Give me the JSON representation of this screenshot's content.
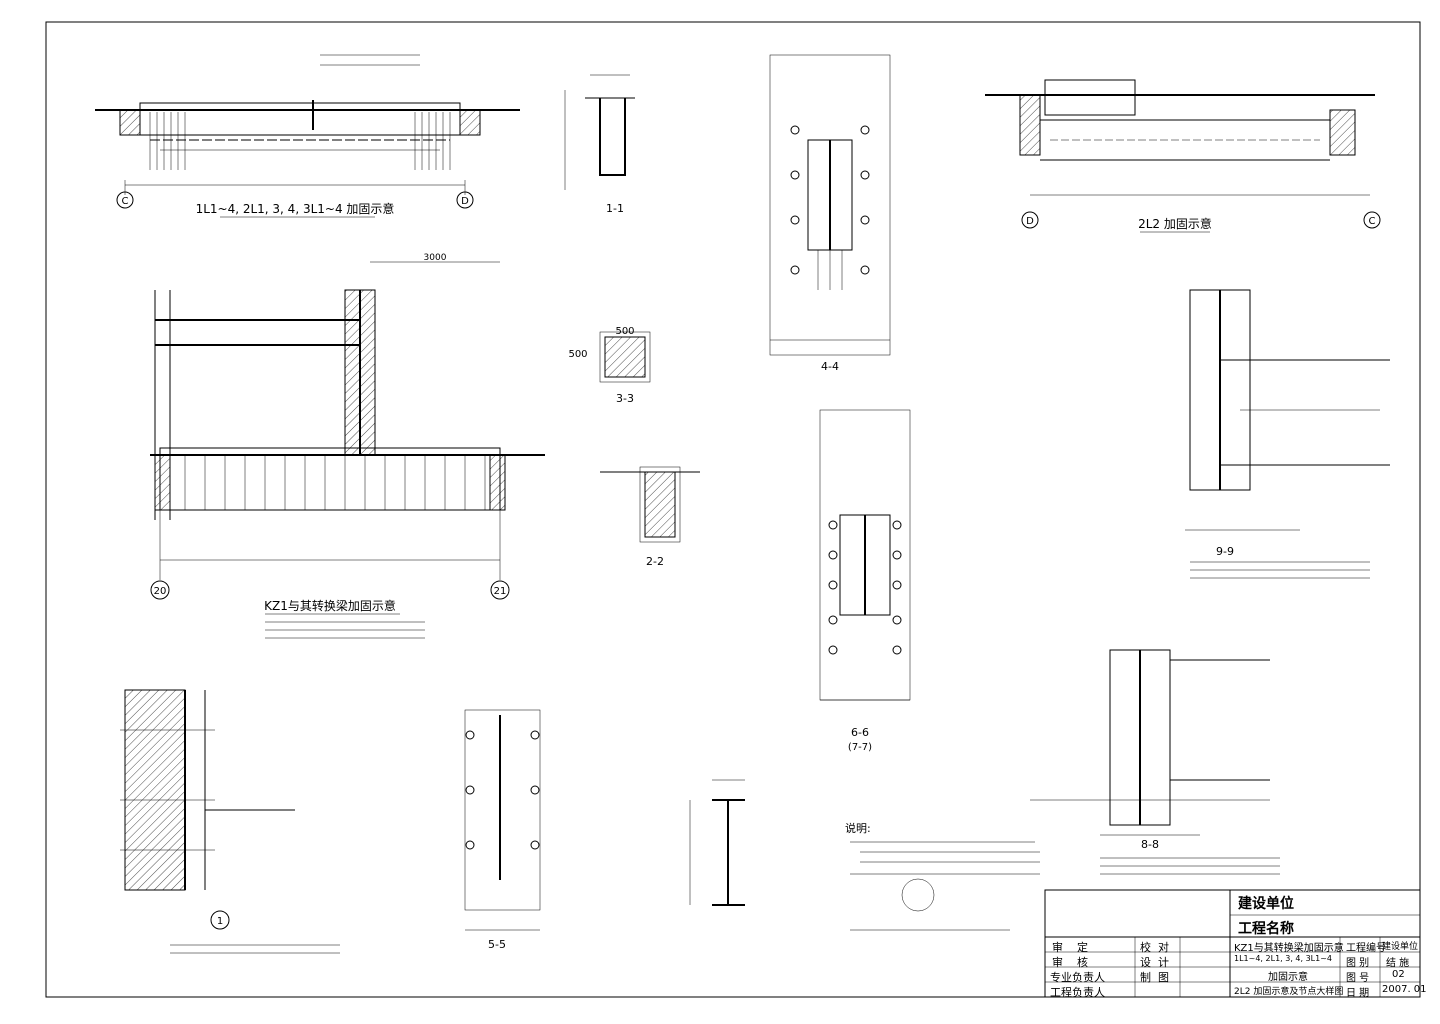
{
  "drawing": {
    "views": {
      "beam_plan_title": "1L1~4, 2L1, 3, 4, 3L1~4    加固示意",
      "beam_plan_axis_left": "C",
      "beam_plan_axis_right": "D",
      "section_1_title": "1-1",
      "section_4_title": "4-4",
      "section_2l2_title": "2L2  加固示意",
      "axis_d": "D",
      "axis_c": "C",
      "kz1_title": "KZ1与其转换梁加固示意",
      "kz1_dim_top": "3000",
      "kz1_axis_left": "20",
      "kz1_axis_right": "21",
      "section_3_title": "3-3",
      "section_3_dim_w": "500",
      "section_3_dim_h": "500",
      "section_2_title": "2-2",
      "section_6_title": "6-6",
      "section_6_sub": "(7-7)",
      "section_9_title": "9-9",
      "section_8_title": "8-8",
      "section_5_title": "5-5",
      "detail_1_label": "1",
      "notes_title": "说明:"
    }
  },
  "title_block": {
    "client_unit": "建设单位",
    "project_name": "工程名称",
    "rows": [
      {
        "a": "审",
        "b": "定",
        "c": "校",
        "d": "对"
      },
      {
        "a": "审",
        "b": "核",
        "c": "设",
        "d": "计"
      },
      {
        "a": "专业负责人",
        "b": "",
        "c": "制",
        "d": "图"
      },
      {
        "a": "工程负责人",
        "b": "",
        "c": "",
        "d": ""
      }
    ],
    "drawing_title_line1": "KZ1与其转换梁加固示意",
    "drawing_title_line2": "1L1~4, 2L1, 3, 4, 3L1~4",
    "drawing_title_line3": "加固示意",
    "drawing_title_line4": "2L2  加固示意及节点大样图",
    "project_no_label": "工程编号",
    "client_short": "建设单位",
    "sheet_type_label": "图  别",
    "sheet_type_value": "结  施",
    "sheet_no_label": "图  号",
    "sheet_no_value": "02",
    "date_label": "日  期",
    "date_value": "2007. 01"
  }
}
